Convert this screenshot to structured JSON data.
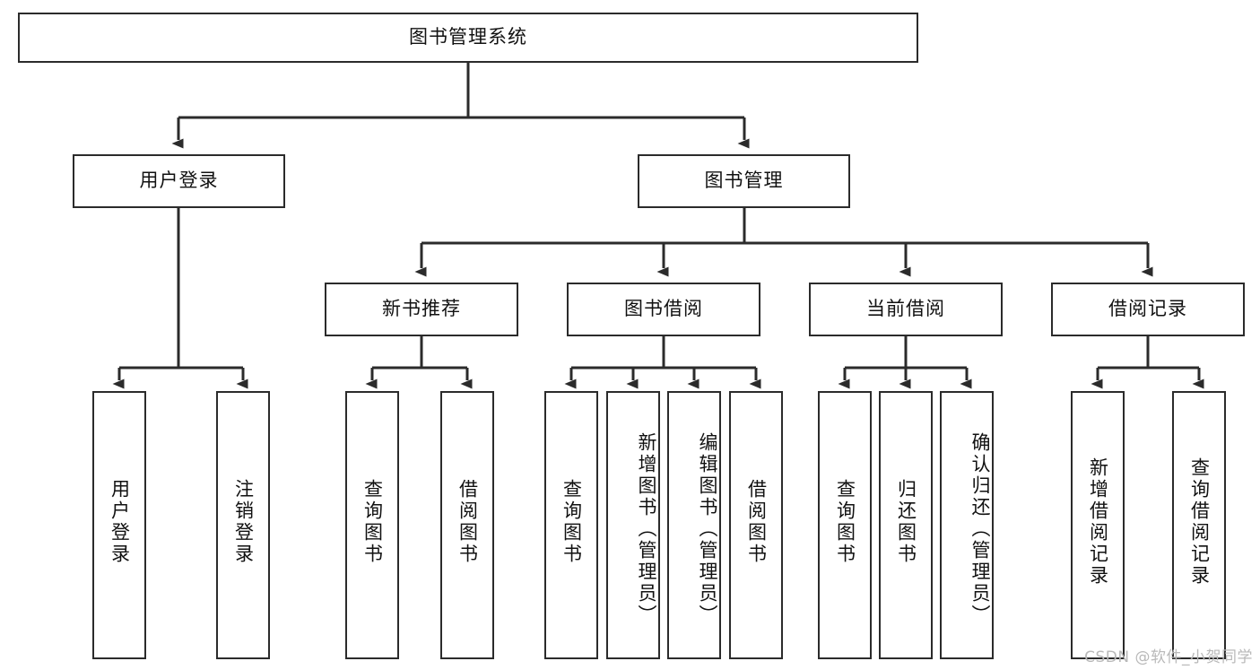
{
  "diagram": {
    "title": "图书管理系统",
    "type": "tree-hierarchy-chart",
    "root": {
      "label": "图书管理系统"
    },
    "level2": [
      {
        "label": "用户登录"
      },
      {
        "label": "图书管理"
      }
    ],
    "level3": [
      {
        "label": "新书推荐"
      },
      {
        "label": "图书借阅"
      },
      {
        "label": "当前借阅"
      },
      {
        "label": "借阅记录"
      }
    ],
    "leaves": {
      "user_login": [
        {
          "label": "用户登录"
        },
        {
          "label": "注销登录"
        }
      ],
      "new_book_recommend": [
        {
          "label": "查询图书"
        },
        {
          "label": "借阅图书"
        }
      ],
      "book_borrow": [
        {
          "label": "查询图书"
        },
        {
          "label": "新增图书（管理员）"
        },
        {
          "label": "编辑图书（管理员）"
        },
        {
          "label": "借阅图书"
        }
      ],
      "current_borrow": [
        {
          "label": "查询图书"
        },
        {
          "label": "归还图书"
        },
        {
          "label": "确认归还（管理员）"
        }
      ],
      "borrow_record": [
        {
          "label": "新增借阅记录"
        },
        {
          "label": "查询借阅记录"
        }
      ]
    }
  },
  "watermark": {
    "text": "CSDN @软件_小贺同学"
  },
  "colors": {
    "box_border": "#2b2b2b",
    "box_fill": "#ffffff",
    "connector": "#2b2b2b",
    "text": "#111111",
    "watermark": "#b9b9b9"
  }
}
